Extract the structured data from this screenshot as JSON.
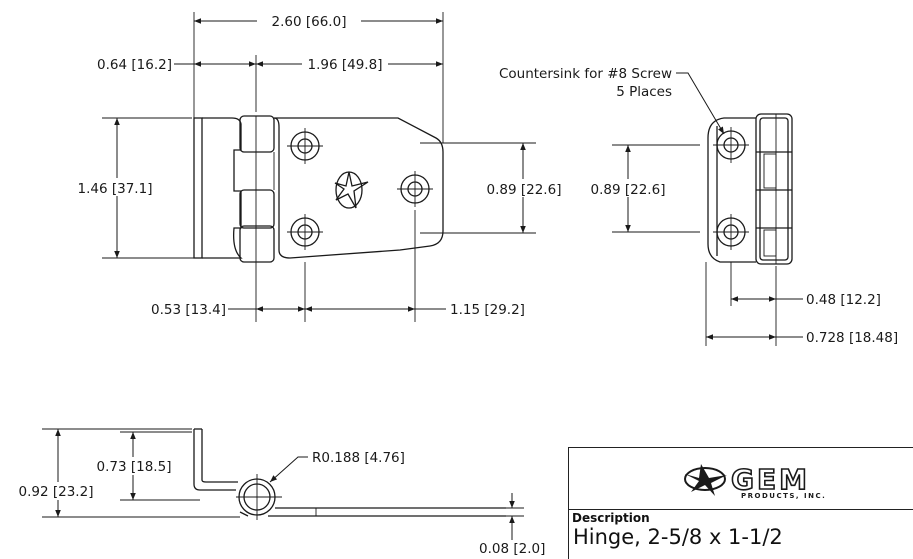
{
  "dimensions": {
    "overall_width": "2.60 [66.0]",
    "offset_left": "0.64 [16.2]",
    "leaf_width": "1.96 [49.8]",
    "overall_height": "1.46 [37.1]",
    "hole_spacing_center": "0.89 [22.6]",
    "hole_spacing_side": "0.89 [22.6]",
    "hole_offset": "0.53 [13.4]",
    "hole_to_hole": "1.15 [29.2]",
    "side_depth": "0.48 [12.2]",
    "side_overall": "0.728 [18.48]",
    "bottom_height_total": "0.92 [23.2]",
    "bottom_height_leg": "0.73 [18.5]",
    "knuckle_radius": "R0.188 [4.76]",
    "thickness": "0.08 [2.0]"
  },
  "callout": {
    "line1": "Countersink for #8 Screw",
    "line2": "5 Places"
  },
  "title_block": {
    "logo_text": "GEM",
    "logo_subtext": "PRODUCTS, INC.",
    "description_label": "Description",
    "description_value": "Hinge, 2-5/8 x 1-1/2"
  }
}
